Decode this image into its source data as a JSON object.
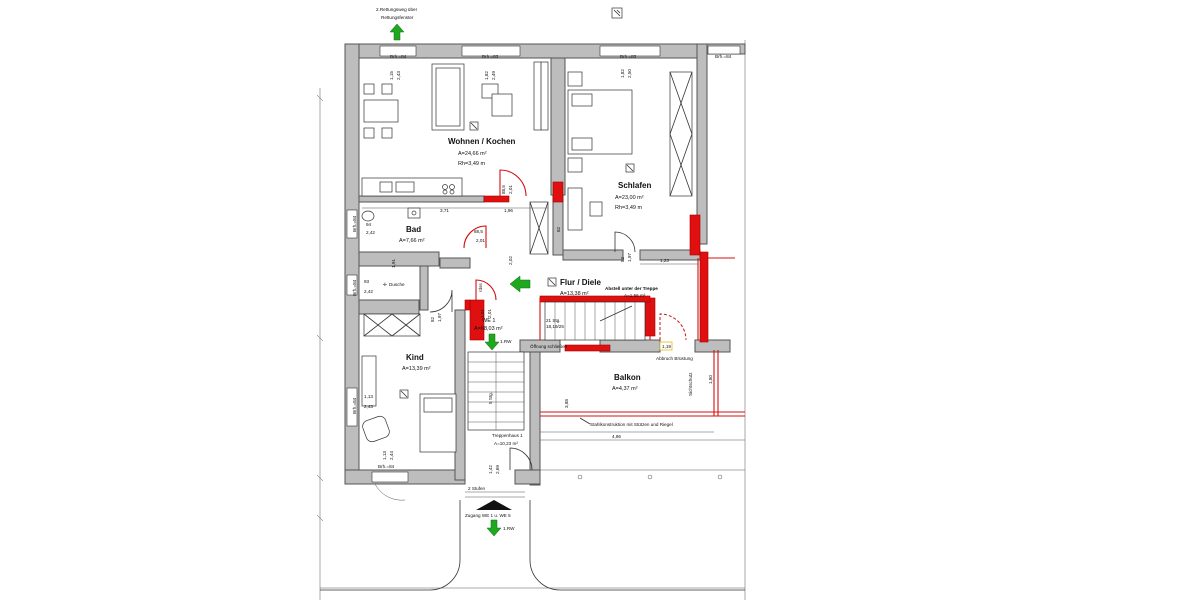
{
  "escape_route": {
    "line1": "2.Rettungsweg über",
    "line2": "Rettungsfenster"
  },
  "windows": {
    "w1": "Brh.=84",
    "w2": "Brh.=83",
    "w3": "Brh.=83",
    "w4": "Brh.=84",
    "w5": "Brh.=84",
    "w6": "Brh.=84",
    "w7": "Brh.=84",
    "w8": "Brh.=84"
  },
  "rooms": {
    "wohnen": {
      "name": "Wohnen / Kochen",
      "area": "A=24,66 m²",
      "height": "Rh=3,49 m"
    },
    "schlafen": {
      "name": "Schlafen",
      "area": "A=23,00 m²",
      "height": "Rh=3,49 m"
    },
    "bad": {
      "name": "Bad",
      "area": "A=7,66 m²"
    },
    "flur": {
      "name": "Flur / Diele",
      "area": "A=13,38 m²"
    },
    "kind": {
      "name": "Kind",
      "area": "A=13,39 m²"
    },
    "balkon": {
      "name": "Balkon",
      "area": "A=4,37 m²"
    },
    "abstell": {
      "name": "Abstell unter der Treppe",
      "area": "A=1,56 m²"
    },
    "treppenhaus": {
      "name": "Treppenhaus 1",
      "area": "A=10,23 m²"
    }
  },
  "unit": {
    "name": "WE 1",
    "area": "A=68,03 m²",
    "rw": "1.RW"
  },
  "entrance": {
    "label": "Zugang WE 1 u. WE 5",
    "rw": "1.RW",
    "steps": "2 Stufen"
  },
  "dimensions": {
    "d_115_243": [
      "1,15",
      "2,43"
    ],
    "d_182_249": [
      "1,82",
      "2,49"
    ],
    "d_182_250": [
      "1,82",
      "2,50"
    ],
    "d_885_201_a": [
      "88,5",
      "2,01"
    ],
    "d_885_201_b": [
      "88,5",
      "2,01"
    ],
    "d_94_242": [
      "94",
      "2,42"
    ],
    "d_93_242": [
      "93",
      "2,42"
    ],
    "d_113_243": [
      "1,13",
      "2,43"
    ],
    "d_113_244": [
      "1,13",
      "2,44"
    ],
    "d_371": "3,71",
    "d_196": "1,96",
    "d_123": "1,23",
    "d_486": "4,86",
    "d_388": "3,88",
    "d_180": "1,80",
    "d_82": "82",
    "d_82_197": [
      "82",
      "1,97"
    ],
    "d_82_197_b": [
      "82",
      "1,97"
    ],
    "d_101_201": [
      "1,01",
      "2,01"
    ],
    "d_142_269": [
      "1,42",
      "2,69"
    ],
    "d_202": "2,02",
    "d_191": "1,91",
    "d_rdss": "rdss",
    "stairs": [
      "21 Stg.",
      "18,19/25"
    ],
    "stairs_side": "5 Stg."
  },
  "annotations": {
    "dusche": "Dusche",
    "oeffnung": "Öffnung schließen",
    "abbruch": "Abbruch Brüstung",
    "stahl": "Stahlkonstruktion mit Stützen und Riegel",
    "sichtschutz": "Sichtschutz",
    "rm": "RM"
  }
}
